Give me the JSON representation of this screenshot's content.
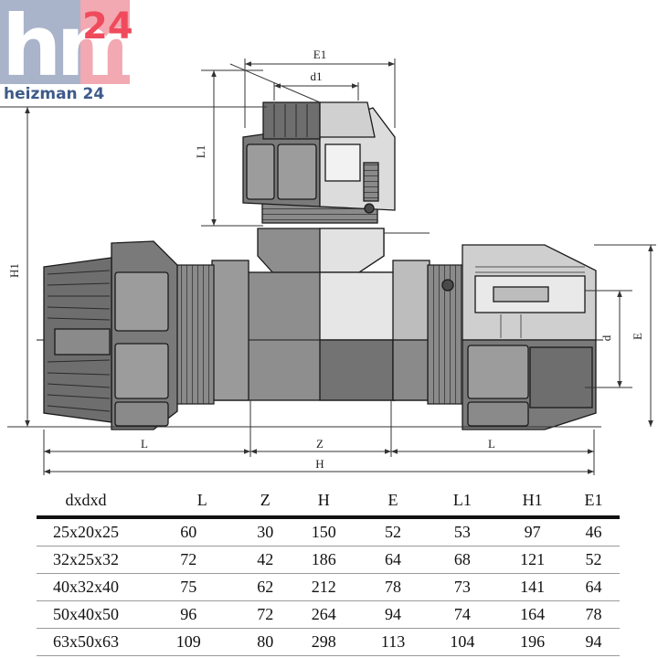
{
  "logo": {
    "mark": "hm",
    "number": "24",
    "subtitle": "heizman 24",
    "colors": {
      "blue": "#a9b4ca",
      "pink": "#f2a9b2",
      "red": "#ef4b5c",
      "navy": "#3e5a8a"
    }
  },
  "dimensions": {
    "E1": "E1",
    "d1": "d1",
    "L1": "L1",
    "H1": "H1",
    "d": "d",
    "E": "E",
    "L_left": "L",
    "Z": "Z",
    "L_right": "L",
    "H": "H"
  },
  "table": {
    "headers": [
      "dxdxd",
      "L",
      "Z",
      "H",
      "E",
      "L1",
      "H1",
      "E1"
    ],
    "rows": [
      [
        "25x20x25",
        "60",
        "30",
        "150",
        "52",
        "53",
        "97",
        "46"
      ],
      [
        "32x25x32",
        "72",
        "42",
        "186",
        "64",
        "68",
        "121",
        "52"
      ],
      [
        "40x32x40",
        "75",
        "62",
        "212",
        "78",
        "73",
        "141",
        "64"
      ],
      [
        "50x40x50",
        "96",
        "72",
        "264",
        "94",
        "74",
        "164",
        "78"
      ],
      [
        "63x50x63",
        "109",
        "80",
        "298",
        "113",
        "104",
        "196",
        "94"
      ]
    ]
  },
  "colors": {
    "body_dark": "#8e8e8e",
    "body_light": "#e6e6e6",
    "nut_dark": "#6f6f6f",
    "nut_face": "#9a9a9a",
    "outline": "#1a1a1a",
    "dim_line": "#333333"
  }
}
